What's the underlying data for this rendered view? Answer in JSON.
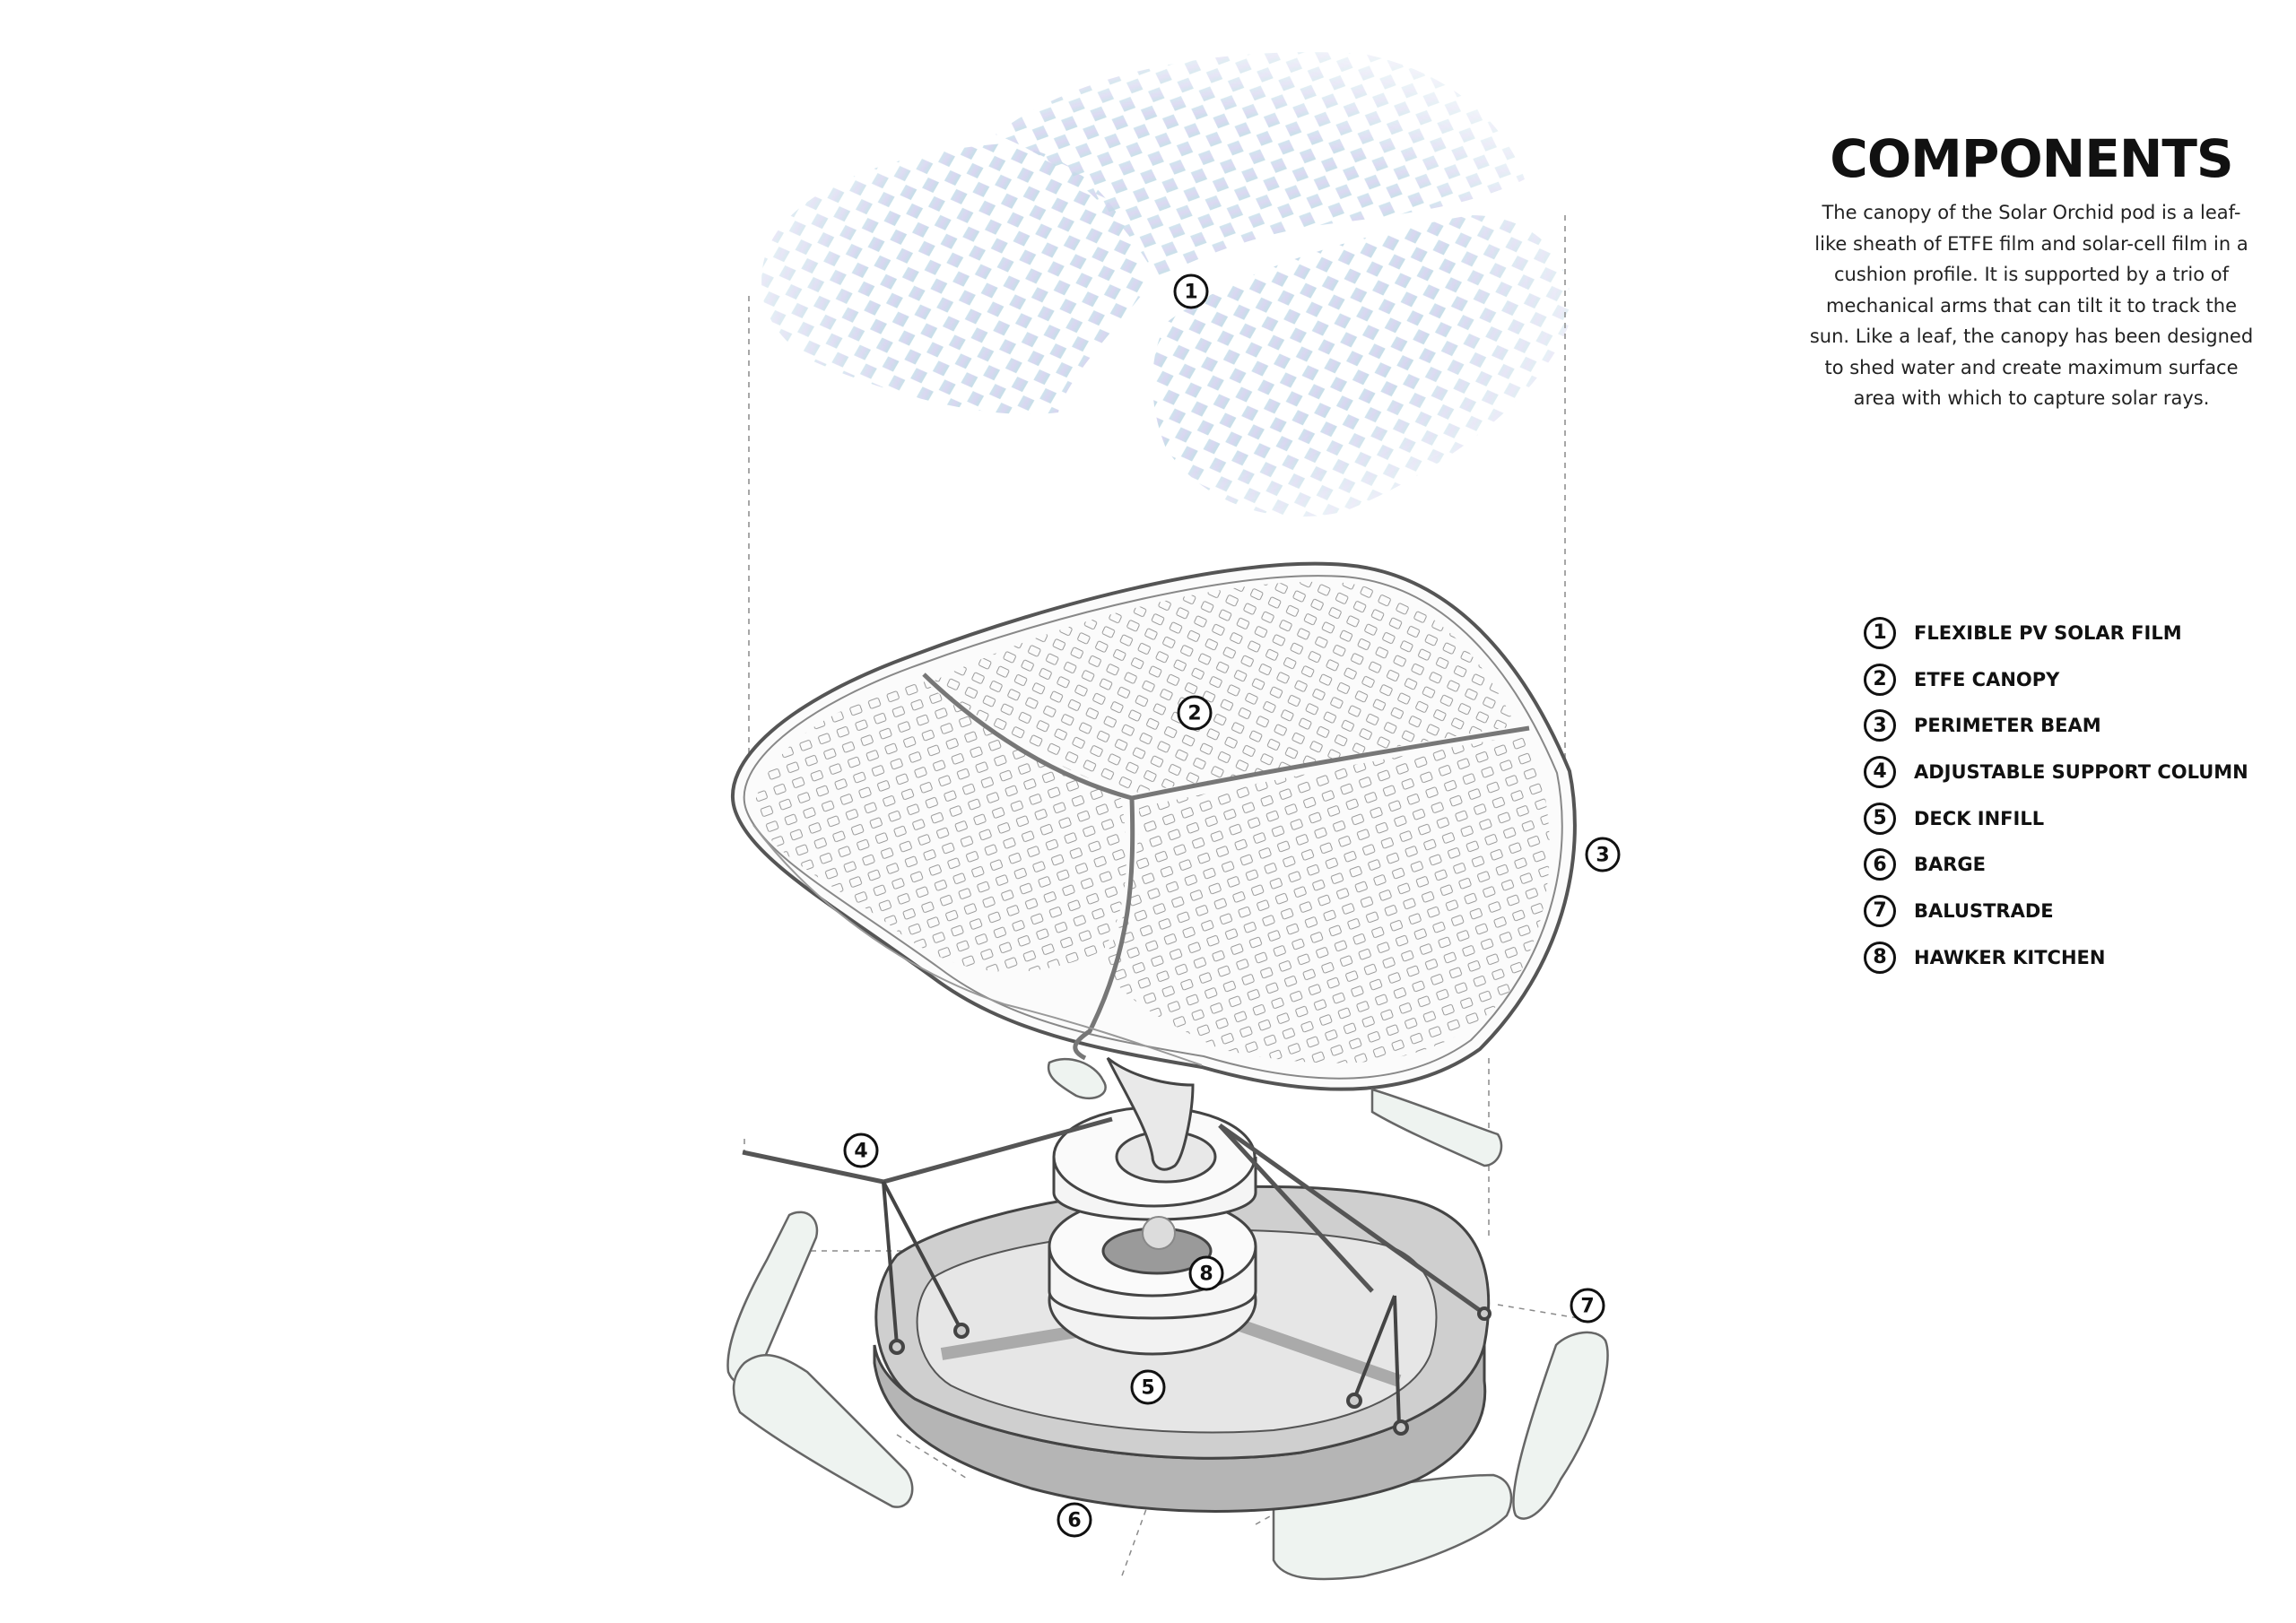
{
  "title": "COMPONENTS",
  "description": "The canopy of the Solar Orchid pod is a leaf-like sheath of ETFE film and solar-cell film in a cushion profile. It is supported by a trio of mechanical arms that can tilt it to track the sun. Like a leaf, the canopy has been designed to shed water and create maximum surface area with which to capture solar rays.",
  "legend": [
    {
      "num": "1",
      "label": "FLEXIBLE PV SOLAR FILM"
    },
    {
      "num": "2",
      "label": "ETFE CANOPY"
    },
    {
      "num": "3",
      "label": "PERIMETER BEAM"
    },
    {
      "num": "4",
      "label": "ADJUSTABLE SUPPORT COLUMN"
    },
    {
      "num": "5",
      "label": "DECK INFILL"
    },
    {
      "num": "6",
      "label": "BARGE"
    },
    {
      "num": "7",
      "label": "BALUSTRADE"
    },
    {
      "num": "8",
      "label": "HAWKER KITCHEN"
    }
  ],
  "callouts": [
    "1",
    "2",
    "3",
    "4",
    "5",
    "6",
    "7",
    "8"
  ],
  "colors": {
    "pv_film_teal": "#9fe3d8",
    "pv_film_lavender": "#c9c3e8",
    "canopy_outline": "#555555",
    "deck_gray": "#c8c8c8",
    "barge_gray": "#b5b5b5",
    "balustrade_fill": "#eef3f0",
    "text": "#111111"
  }
}
